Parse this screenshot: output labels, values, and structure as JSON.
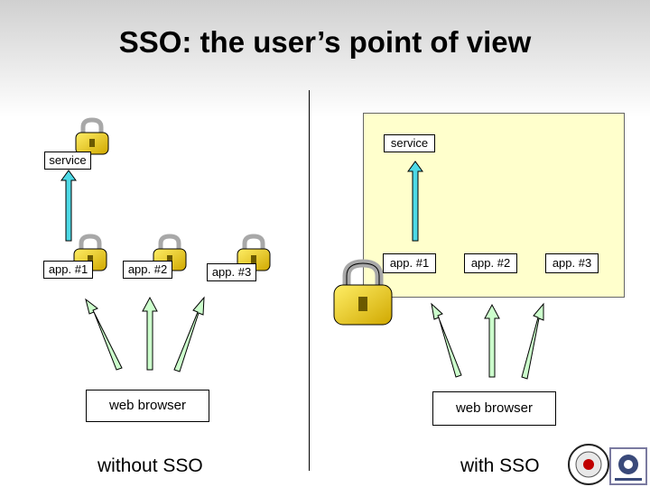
{
  "slide": {
    "title": "SSO: the user’s point of view"
  },
  "left": {
    "service": "service",
    "apps": [
      "app. #1",
      "app. #2",
      "app. #3"
    ],
    "browser": "web browser",
    "caption": "without SSO"
  },
  "right": {
    "service": "service",
    "apps": [
      "app. #1",
      "app. #2",
      "app. #3"
    ],
    "browser": "web browser",
    "caption": "with SSO"
  },
  "colors": {
    "lock_body": "#f0d020",
    "lock_shackle": "#b0b0b0",
    "service_arrow": "#4dd9e6",
    "browser_arrow": "#ccffcc",
    "sso_panel": "#ffffcc"
  },
  "icons": [
    "padlock-icon",
    "service-arrow",
    "browser-arrow",
    "university-seal-logo",
    "infn-logo"
  ]
}
